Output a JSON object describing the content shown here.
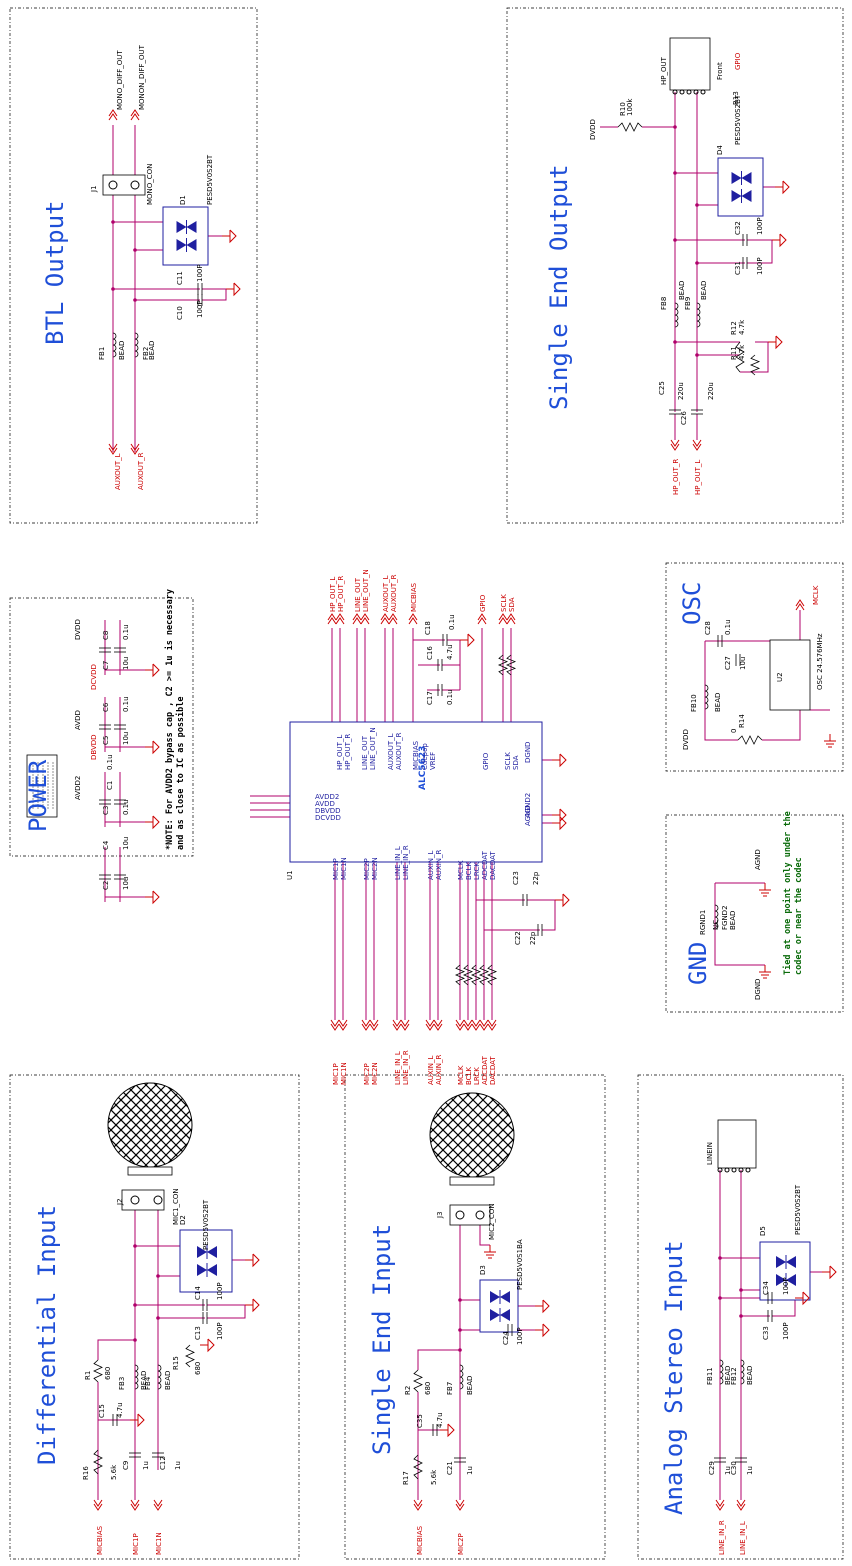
{
  "blocks": {
    "btl_output": {
      "title": "BTL Output",
      "labels": [
        "MONO_DIFF_OUT",
        "MONON_DIFF_OUT",
        "J1",
        "MONO_CON",
        "D1",
        "PESD5V0S2BT",
        "C11",
        "100P",
        "C10",
        "100P",
        "FB1",
        "BEAD",
        "FB2",
        "BEAD",
        "AUXOUT_L",
        "AUXOUT_R"
      ]
    },
    "single_end_output": {
      "title": "Single End Output",
      "labels": [
        "HP_OUT",
        "Front",
        "R13",
        "GPIO",
        "DVDD",
        "R10",
        "100k",
        "D4",
        "PESD5V0S2BT",
        "C32",
        "100P",
        "C31",
        "100P",
        "FB8",
        "FB9",
        "BEAD",
        "BEAD",
        "R12",
        "4.7k",
        "R11",
        "4.7k",
        "C25",
        "220u",
        "C26",
        "220u",
        "HP_OUT_R",
        "HP_OUT_L"
      ]
    },
    "power": {
      "title": "POWER",
      "labels": [
        "AVDD2",
        "C1",
        "0.1u",
        "C2",
        "10u",
        "AVDD",
        "C3",
        "0.1u",
        "C4",
        "10u",
        "DVDD",
        "C5",
        "10u",
        "C6",
        "0.1u",
        "DBVDD",
        "C7",
        "10u",
        "C8",
        "0.1u",
        "DCVDD"
      ],
      "note_line1": "*NOTE: For AVDD2 bypass cap , C2 >= 1u is necessary",
      "note_line2": "and as close to IC as possible"
    },
    "codec": {
      "chip_name": "ALC5623",
      "ref": "U1",
      "left_pins": [
        "AVDD2",
        "AVDD",
        "DBVDD",
        "DCVDD"
      ],
      "top_nets": [
        "HP_OUT_L",
        "HP_OUT_R",
        "LINE_OUT",
        "LINE_OUT_N",
        "AUXOUT_L",
        "AUXOUT_R",
        "MICBIAS",
        "GPIO",
        "SCLK",
        "SDA"
      ],
      "top_pins": [
        "HP_OUT_L",
        "HP_OUT_R",
        "LINE_OUT",
        "LINE_OUT_N",
        "AUXOUT_L",
        "AUXOUT_R",
        "MICBIAS",
        "Cdepop",
        "VREF",
        "GPIO",
        "SCLK",
        "SDA"
      ],
      "bottom_pins": [
        "MIC1P",
        "MIC1N",
        "MIC2P",
        "MIC2N",
        "LINE_IN_L",
        "LINE_IN_R",
        "AUXIN_L",
        "AUXIN_R",
        "MCLK",
        "BCLK",
        "LRCK",
        "ADCDAT",
        "DACDAT"
      ],
      "bottom_nets": [
        "MIC1P",
        "MIC1N",
        "MIC2P",
        "MIC2N",
        "LINE_IN_L",
        "LINE_IN_R",
        "AUXIN_L",
        "AUXIN_R",
        "MCLK",
        "BCLK",
        "LRCK",
        "ADCDAT",
        "DACDAT"
      ],
      "right_pins": [
        "DGND",
        "AGND2",
        "AGND"
      ],
      "caps": [
        "C18",
        "0.1u",
        "C16",
        "4.7u",
        "C17",
        "0.1u",
        "C22",
        "22p",
        "C23",
        "22p"
      ]
    },
    "osc": {
      "title": "OSC",
      "labels": [
        "MCLK",
        "C28",
        "0.1u",
        "C27",
        "10u",
        "FB10",
        "BEAD",
        "R14",
        "0",
        "U2",
        "OSC 24.576MHz",
        "DVDD"
      ]
    },
    "gnd": {
      "title": "GND",
      "labels": [
        "RGND1",
        "NC",
        "FGND2",
        "BEAD",
        "AGND",
        "DGND"
      ],
      "note_line1": "Tied at one point only under the",
      "note_line2": "codec or near the codec"
    },
    "differential_input": {
      "title": "Differential Input",
      "labels": [
        "J2",
        "MIC1_CON",
        "D2",
        "PESD5V0S2BT",
        "C14",
        "100P",
        "C13",
        "100P",
        "R1",
        "680",
        "FB3",
        "BEAD",
        "FB4",
        "BEAD",
        "R15",
        "680",
        "C15",
        "4.7u",
        "R16",
        "5.6k",
        "C9",
        "1u",
        "C12",
        "1u",
        "MICBIAS",
        "MIC1P",
        "MIC1N"
      ]
    },
    "single_end_input": {
      "title": "Single End Input",
      "labels": [
        "J3",
        "MIC2_CON",
        "D3",
        "PESD5V0S1BA",
        "C24",
        "100P",
        "R2",
        "680",
        "FB7",
        "BEAD",
        "C35",
        "4.7u",
        "R17",
        "5.6k",
        "C21",
        "1u",
        "MICBIAS",
        "MIC2P"
      ]
    },
    "analog_stereo_input": {
      "title": "Analog Stereo Input",
      "labels": [
        "LINEIN",
        "D5",
        "PESD5V0S2BT",
        "C34",
        "100P",
        "C33",
        "100P",
        "FB11",
        "BEAD",
        "FB12",
        "BEAD",
        "C29",
        "1u",
        "C30",
        "1u",
        "LINE_IN_R",
        "LINE_IN_L"
      ]
    }
  }
}
